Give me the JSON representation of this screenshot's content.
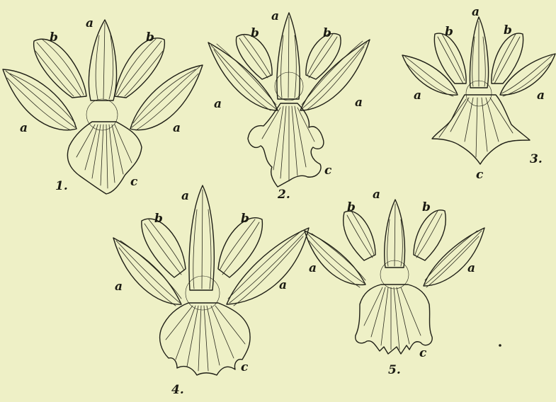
{
  "plate": {
    "background": "#eef0c6",
    "ink": "#1f1f16",
    "figures": [
      {
        "number": "1.",
        "labels": {
          "sepal_left": "a",
          "sepal_top": "a",
          "sepal_right": "a",
          "petal_left": "b",
          "petal_right": "b",
          "lip": "c"
        }
      },
      {
        "number": "2.",
        "labels": {
          "sepal_left": "a",
          "sepal_top": "a",
          "sepal_right": "a",
          "petal_left": "b",
          "petal_right": "b",
          "lip": "c"
        }
      },
      {
        "number": "3.",
        "labels": {
          "sepal_left": "a",
          "sepal_top": "a",
          "sepal_right": "a",
          "petal_left": "b",
          "petal_right": "b",
          "lip": "c"
        }
      },
      {
        "number": "4.",
        "labels": {
          "sepal_left": "a",
          "sepal_top": "a",
          "sepal_right": "a",
          "petal_left": "b",
          "petal_right": "b",
          "lip": "c"
        }
      },
      {
        "number": "5.",
        "labels": {
          "sepal_left": "a",
          "sepal_top": "a",
          "sepal_right": "a",
          "petal_left": "b",
          "petal_right": "b",
          "lip": "c"
        }
      }
    ]
  }
}
